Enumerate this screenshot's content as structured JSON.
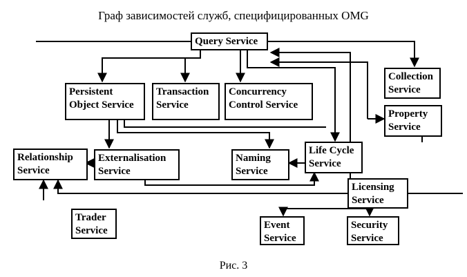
{
  "title": "Граф зависимостей служб, специфицированных OMG",
  "caption": "Рис. 3",
  "nodes": {
    "query": {
      "line1": "Query Service",
      "line2": ""
    },
    "collection": {
      "line1": "Collection",
      "line2": "Service"
    },
    "property": {
      "line1": "Property",
      "line2": "Service"
    },
    "persistent": {
      "line1": "Persistent",
      "line2": "Object Service"
    },
    "transaction": {
      "line1": "Transaction",
      "line2": "Service"
    },
    "concurrency": {
      "line1": "Concurrency",
      "line2": "Control Service"
    },
    "relationship": {
      "line1": "Relationship",
      "line2": "Service"
    },
    "externalisation": {
      "line1": "Externalisation",
      "line2": "Service"
    },
    "naming": {
      "line1": "Naming",
      "line2": "Service"
    },
    "lifecycle": {
      "line1": "Life Cycle",
      "line2": "Service"
    },
    "licensing": {
      "line1": "Licensing",
      "line2": "Service"
    },
    "trader": {
      "line1": "Trader",
      "line2": "Service"
    },
    "event": {
      "line1": "Event",
      "line2": "Service"
    },
    "security": {
      "line1": "Security",
      "line2": "Service"
    }
  }
}
